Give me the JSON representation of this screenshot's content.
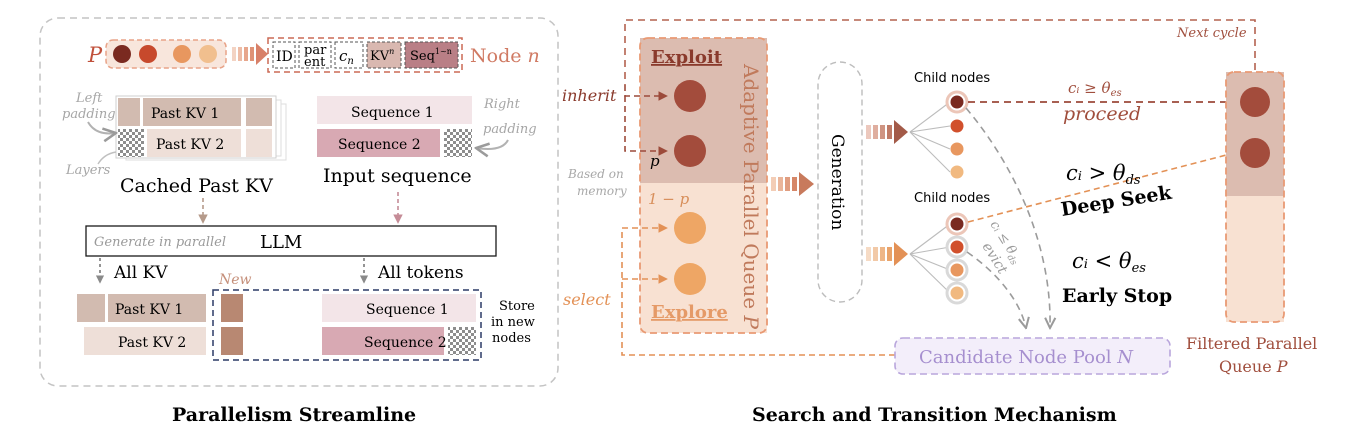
{
  "left": {
    "caption": "Parallelism Streamline",
    "queue_symbol": "P",
    "node_fields": [
      "ID",
      "par",
      "ent",
      "c",
      "n",
      "KV",
      "n",
      "Seq",
      "1~n"
    ],
    "node_label": "Node",
    "node_label_var": "n",
    "left_padding": [
      "Left",
      "padding"
    ],
    "right_padding": [
      "Right",
      "padding"
    ],
    "layers_label": "Layers",
    "past_kv_1": "Past KV 1",
    "past_kv_2": "Past KV 2",
    "sequence_1": "Sequence 1",
    "sequence_2": "Sequence 2",
    "cached_label": "Cached Past KV",
    "input_label": "Input sequence",
    "generate_label": "Generate in parallel",
    "llm_label": "LLM",
    "all_kv": "All KV",
    "all_tokens": "All tokens",
    "new_label": "New",
    "store_label": [
      "Store",
      "in new",
      "nodes"
    ]
  },
  "right": {
    "caption": "Search and Transition Mechanism",
    "exploit": "Exploit",
    "explore": "Explore",
    "queue_title": "Adaptive Parallel Queue",
    "queue_var": "P",
    "inherit": "inherit",
    "select": "select",
    "based_on_memory": [
      "Based on",
      "memory"
    ],
    "p_label": "p",
    "one_minus_p": "1 − p",
    "generation": "Generation",
    "child_nodes_top": "Child nodes",
    "child_nodes_bottom": "Child nodes",
    "next_cycle": "Next cycle",
    "proceed_cond": "cᵢ ≥ θ",
    "proceed_cond_sub": "es",
    "proceed": "proceed",
    "deep_cond": "cᵢ > θ",
    "deep_cond_sub": "ds",
    "deep_seek": "Deep Seek",
    "evict_cond": "cᵢ ≤ θ",
    "evict_cond_sub": "ds",
    "evict": "evict",
    "early_cond": "cᵢ < θ",
    "early_cond_sub": "es",
    "early_stop": "Early Stop",
    "pool_label": "Candidate Node Pool",
    "pool_var": "N",
    "filtered": [
      "Filtered Parallel",
      "Queue"
    ],
    "filtered_var": "P"
  },
  "colors": {
    "dark_red": "#7a2a20",
    "red": "#c7492c",
    "orange": "#e8975f",
    "peach": "#f1bf8e",
    "brown_text": "#a04e3d",
    "orange_text": "#dd8b4f",
    "lilac": "#a68fcf",
    "kv_dark": "#d5bfb4",
    "kv_light": "#efe3dc",
    "seq_light": "#f4e4e7",
    "seq_dark": "#d9aab4"
  }
}
